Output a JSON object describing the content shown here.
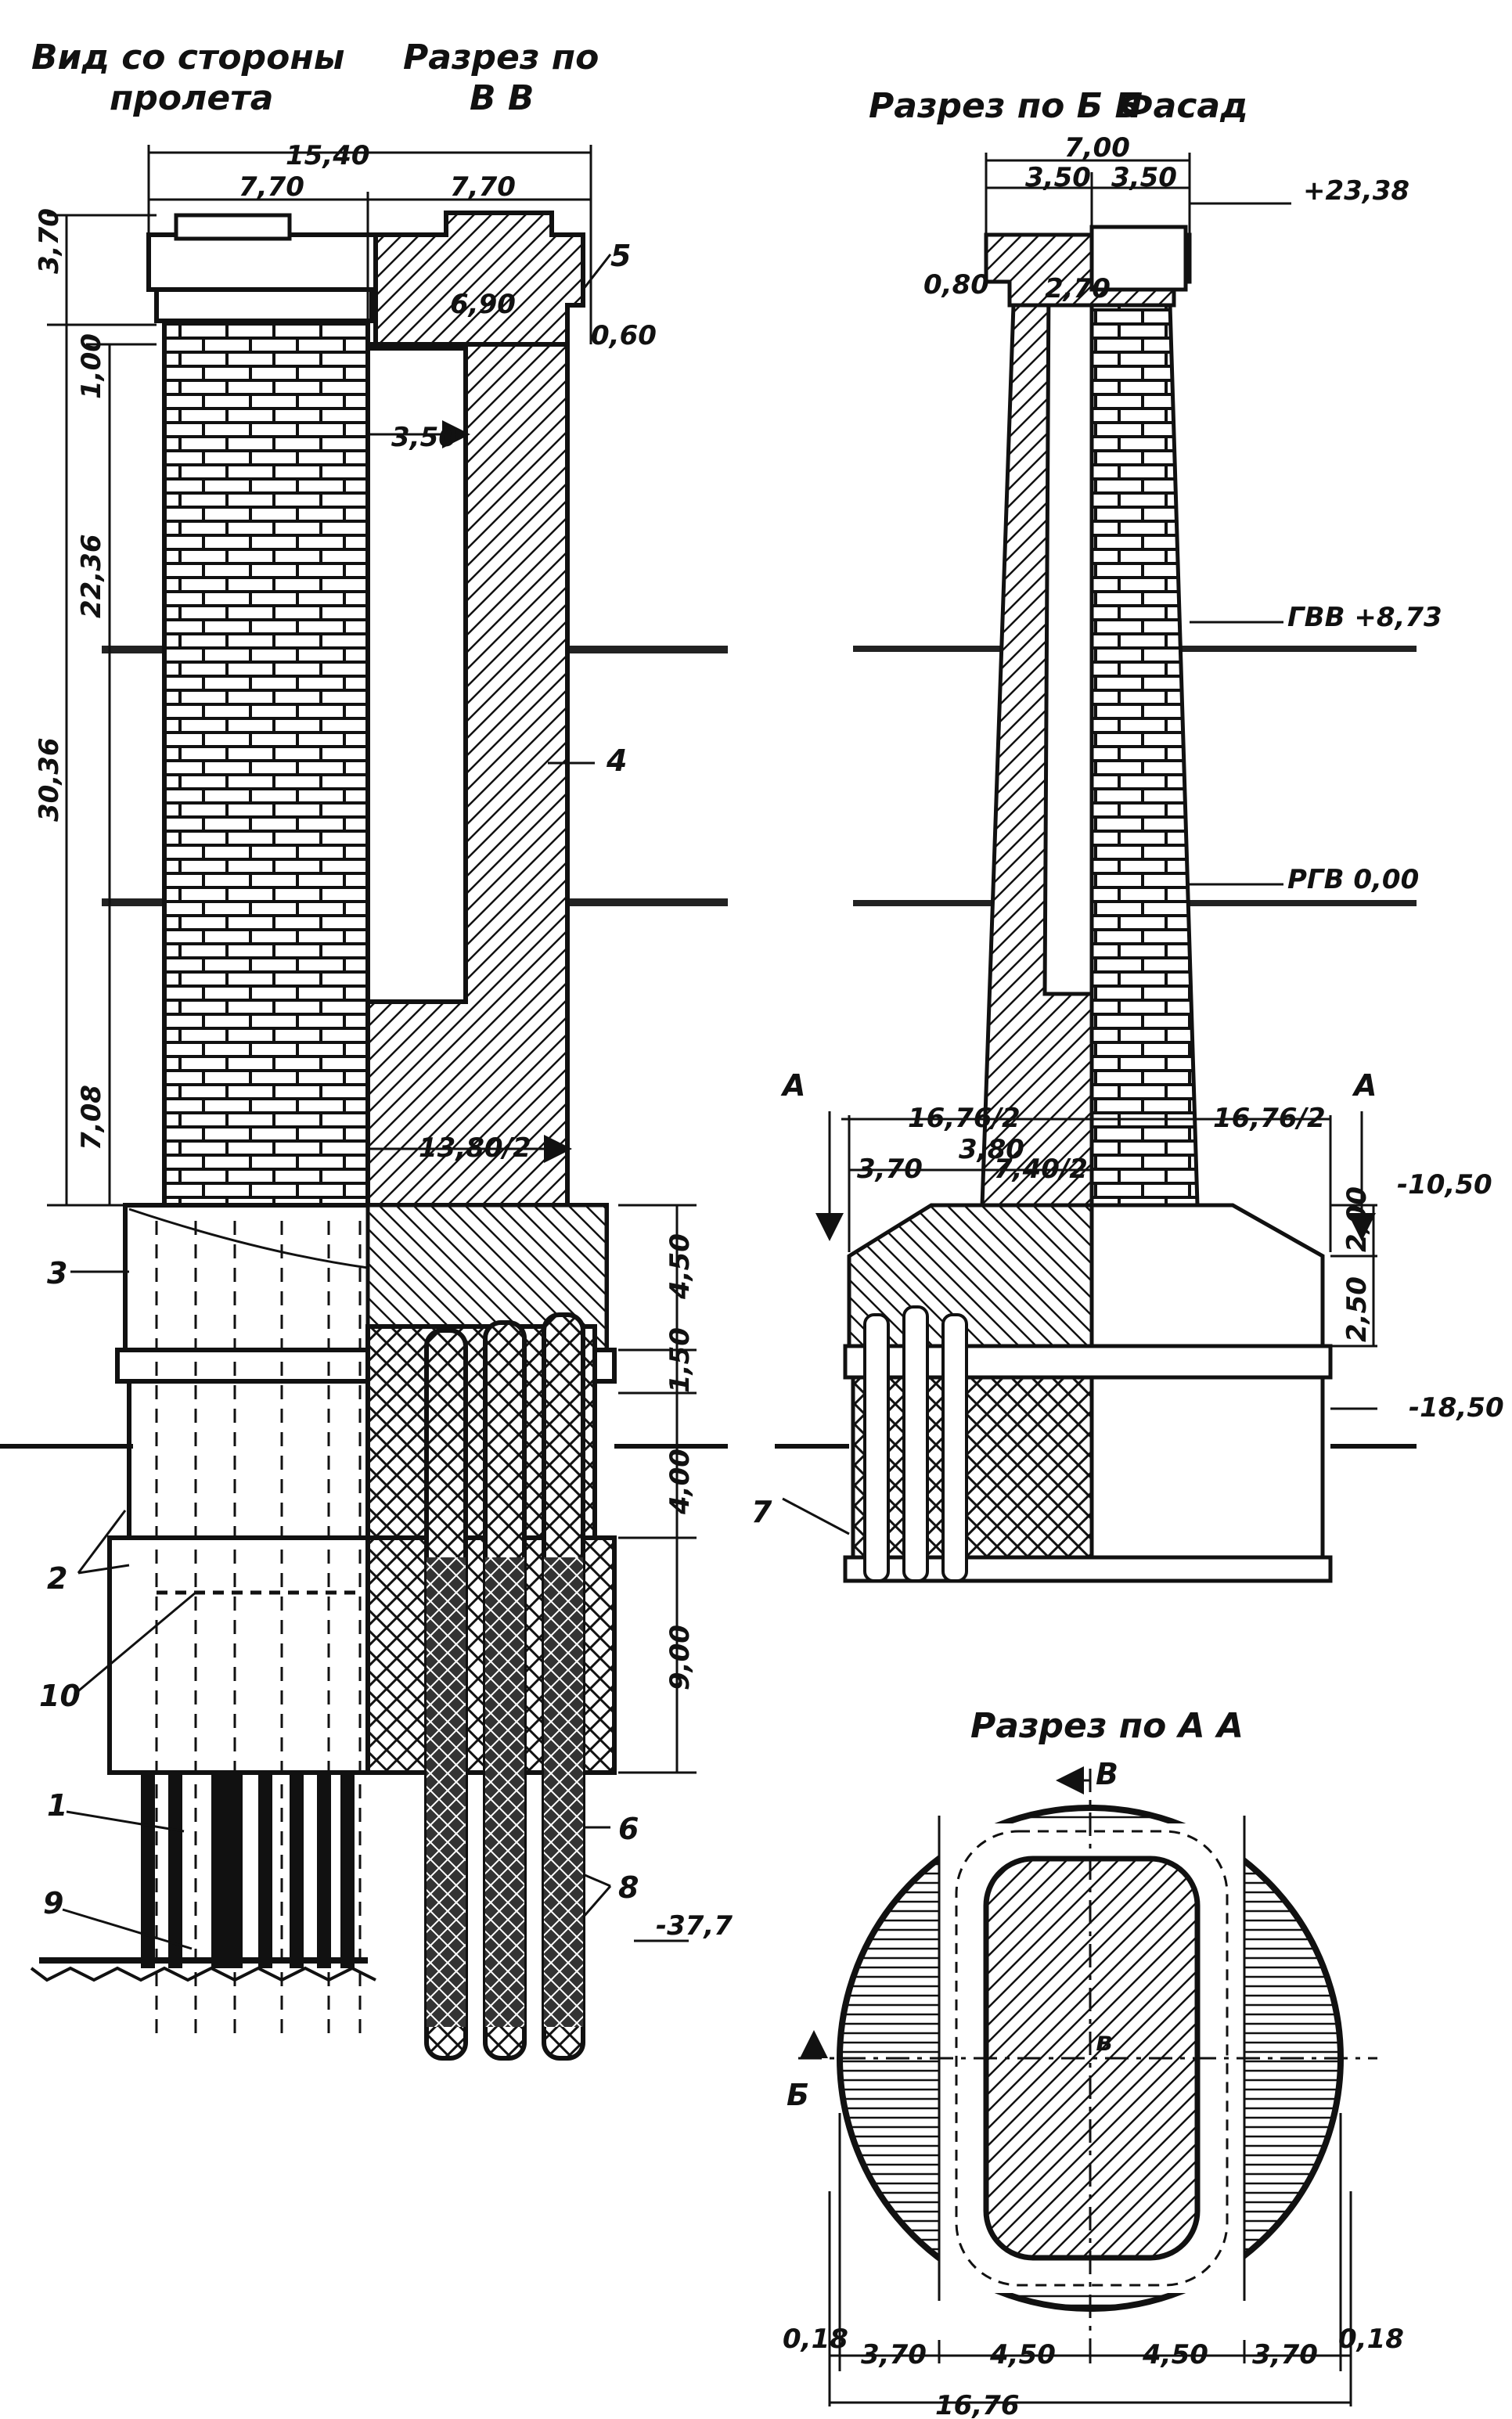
{
  "titles": {
    "side_view": "Вид со стороны",
    "side_view_2": "пролета",
    "section_vv": "Разрез по",
    "section_vv_2": "В В",
    "section_bb": "Разрез по Б Б",
    "facade": "Фасад",
    "section_aa": "Разрез по А А"
  },
  "left_dims": {
    "top_total": "15,40",
    "top_left": "7,70",
    "top_right": "7,70",
    "cap_h": "3,70",
    "cap_w": "6,90",
    "cap_overhang": "0,60",
    "h_100": "1,00",
    "h_2236": "22,36",
    "h_3036": "30,36",
    "h_708": "7,08",
    "opening_w": "3,50",
    "base_half": "13,80/2",
    "caisson_450": "4,50",
    "caisson_150": "1,50",
    "caisson_400": "4,00",
    "caisson_900": "9,00",
    "elev_bottom": "-37,7"
  },
  "right_dims": {
    "top_total": "7,00",
    "top_left": "3,50",
    "top_right": "3,50",
    "cap_h": "0,80",
    "cap_inner": "2,70",
    "elev_top": "+23,38",
    "hwl": "ГВВ +8,73",
    "lwl": "РГВ 0,00",
    "half_left": "16,76/2",
    "half_right": "16,76/2",
    "w_370": "3,70",
    "w_380": "3,80",
    "w_740": "7,40/2",
    "elev_1050": "-10,50",
    "h_200": "2,00",
    "h_250": "2,50",
    "elev_1850": "-18,50",
    "sec_A_left": "А",
    "sec_A_right": "А"
  },
  "plan_dims": {
    "d_018_l": "0,18",
    "d_370_l": "3,70",
    "d_450_l": "4,50",
    "d_450_r": "4,50",
    "d_370_r": "3,70",
    "d_018_r": "0,18",
    "d_total": "16,76",
    "mark_B": "В",
    "mark_B2": "Б",
    "mark_b_small": "в"
  },
  "callouts": {
    "n1": "1",
    "n2": "2",
    "n3": "3",
    "n4": "4",
    "n5": "5",
    "n6": "6",
    "n7": "7",
    "n8": "8",
    "n9": "9",
    "n10": "10"
  },
  "colors": {
    "ink": "#111111",
    "paper": "#ffffff",
    "water": "#222222"
  }
}
